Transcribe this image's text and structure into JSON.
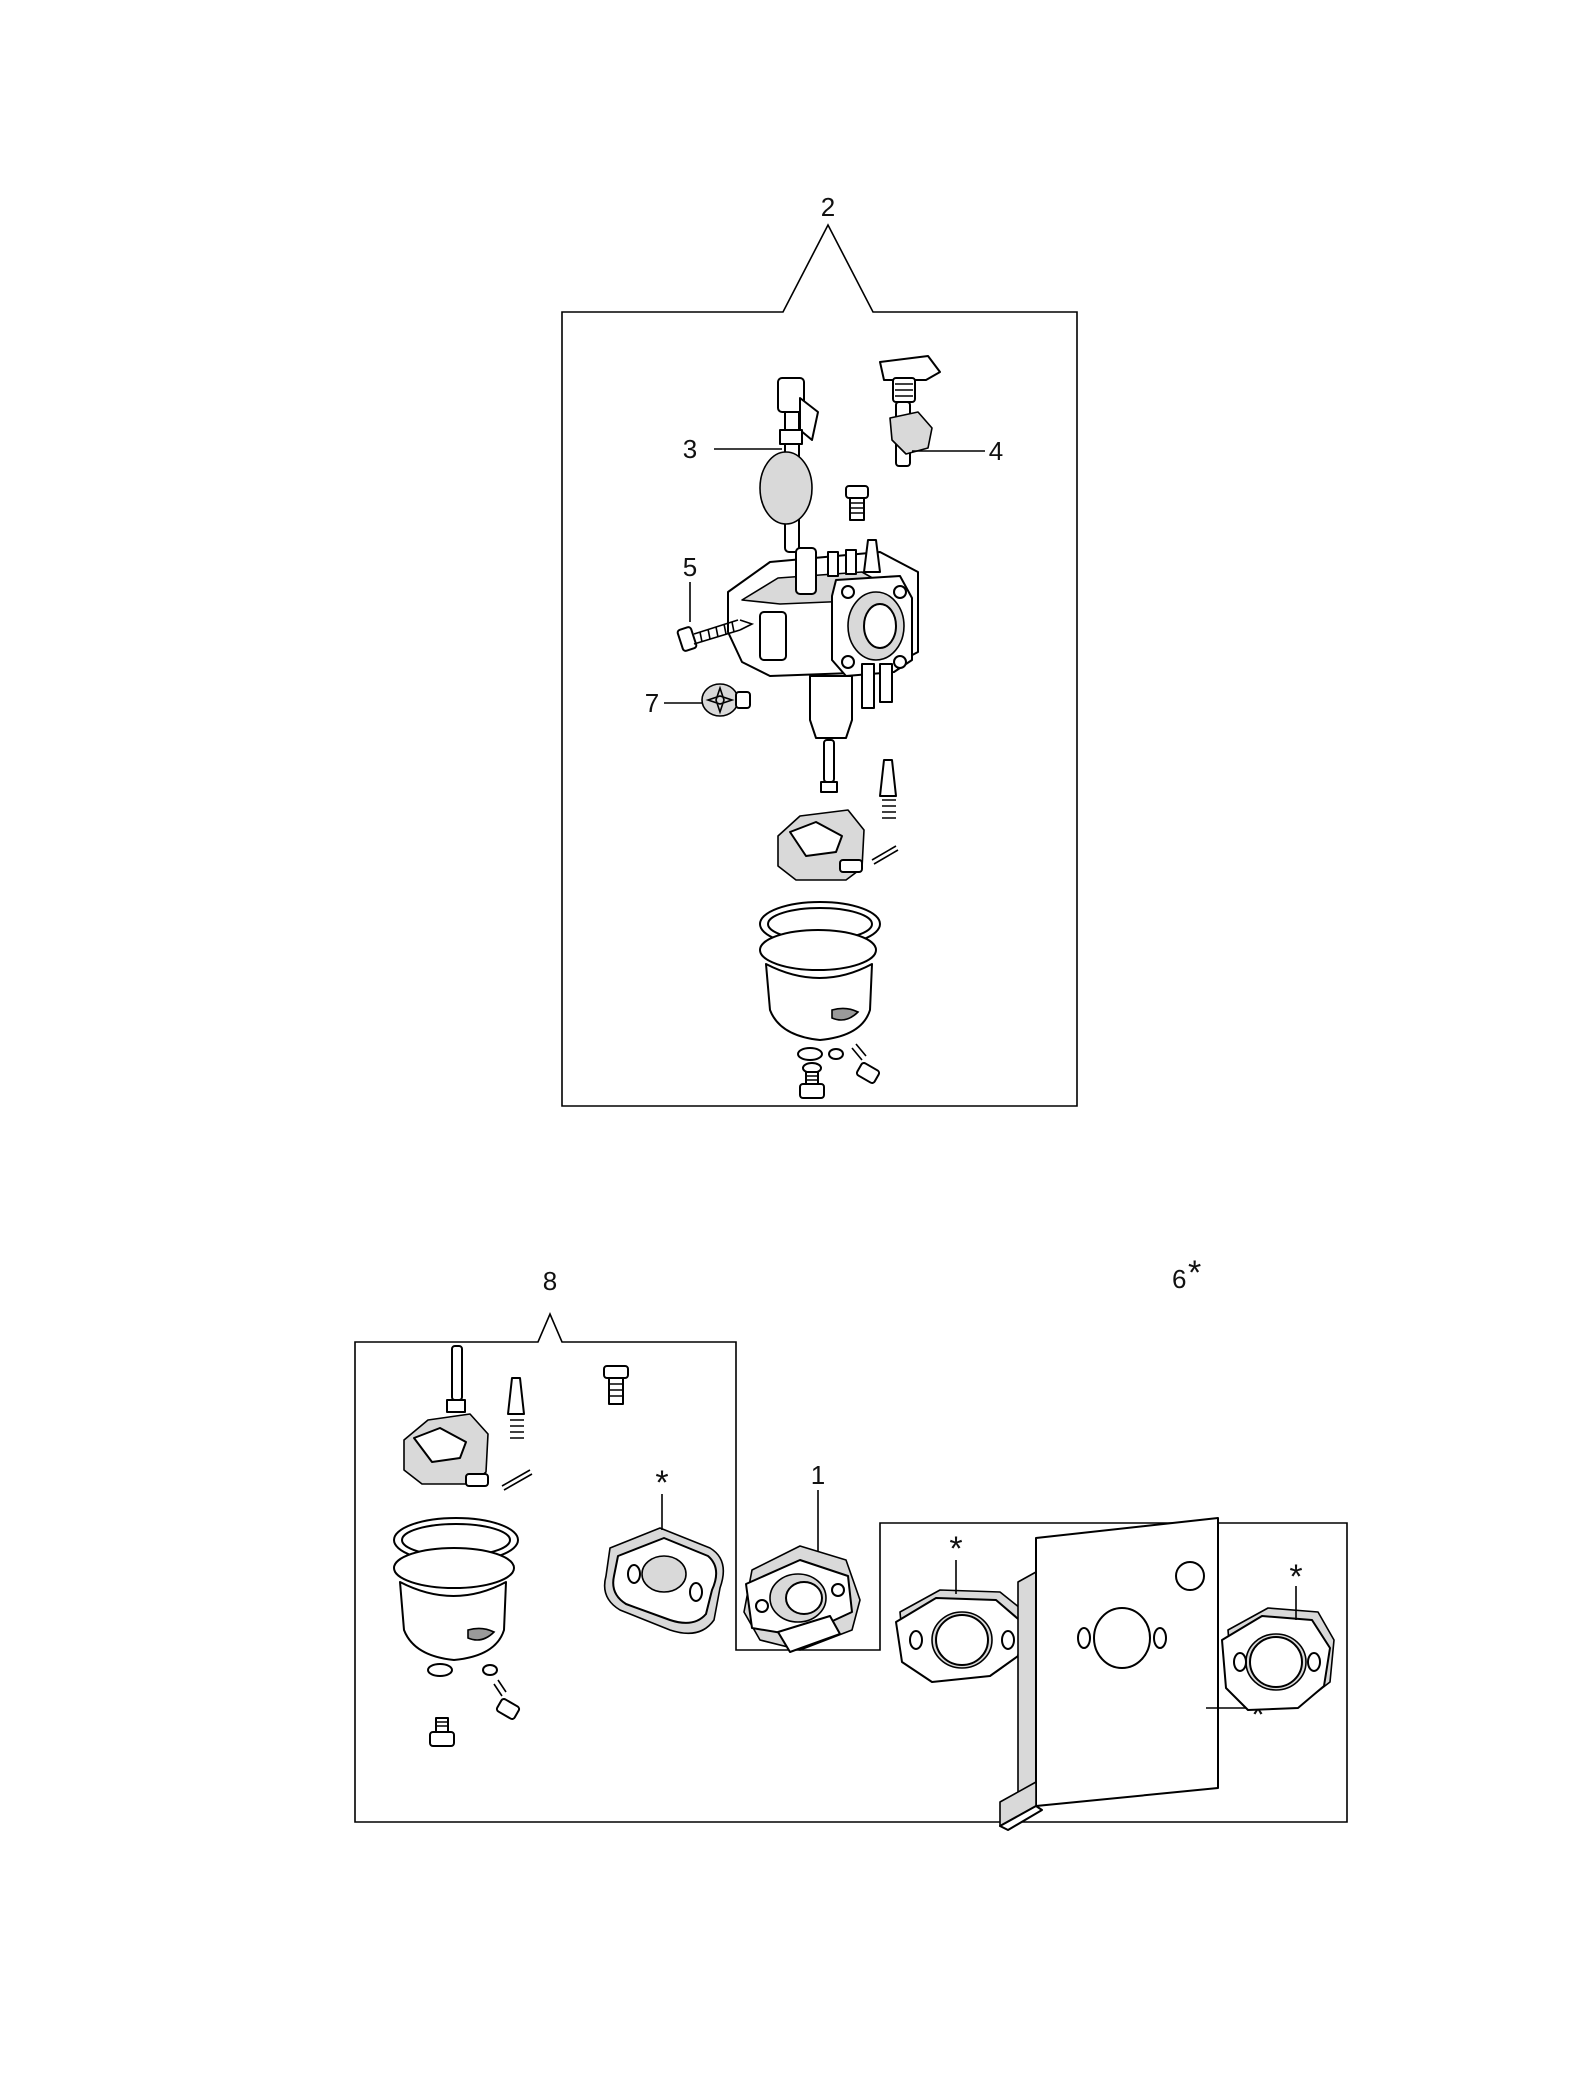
{
  "diagram": {
    "callouts": {
      "carburetor_assembly": "2",
      "choke_shaft": "3",
      "throttle_shaft": "4",
      "pilot_screw": "5",
      "drain_plug": "7",
      "float_bowl_kit": "8",
      "gasket_kit": "6",
      "gasket_kit_mark": "*",
      "insulator": "1",
      "gasket_mark": "*"
    },
    "colors": {
      "line": "#000000",
      "part_fill": "#ffffff",
      "shade_fill": "#d9d9d9",
      "dark_fill": "#9a9a9a"
    }
  }
}
